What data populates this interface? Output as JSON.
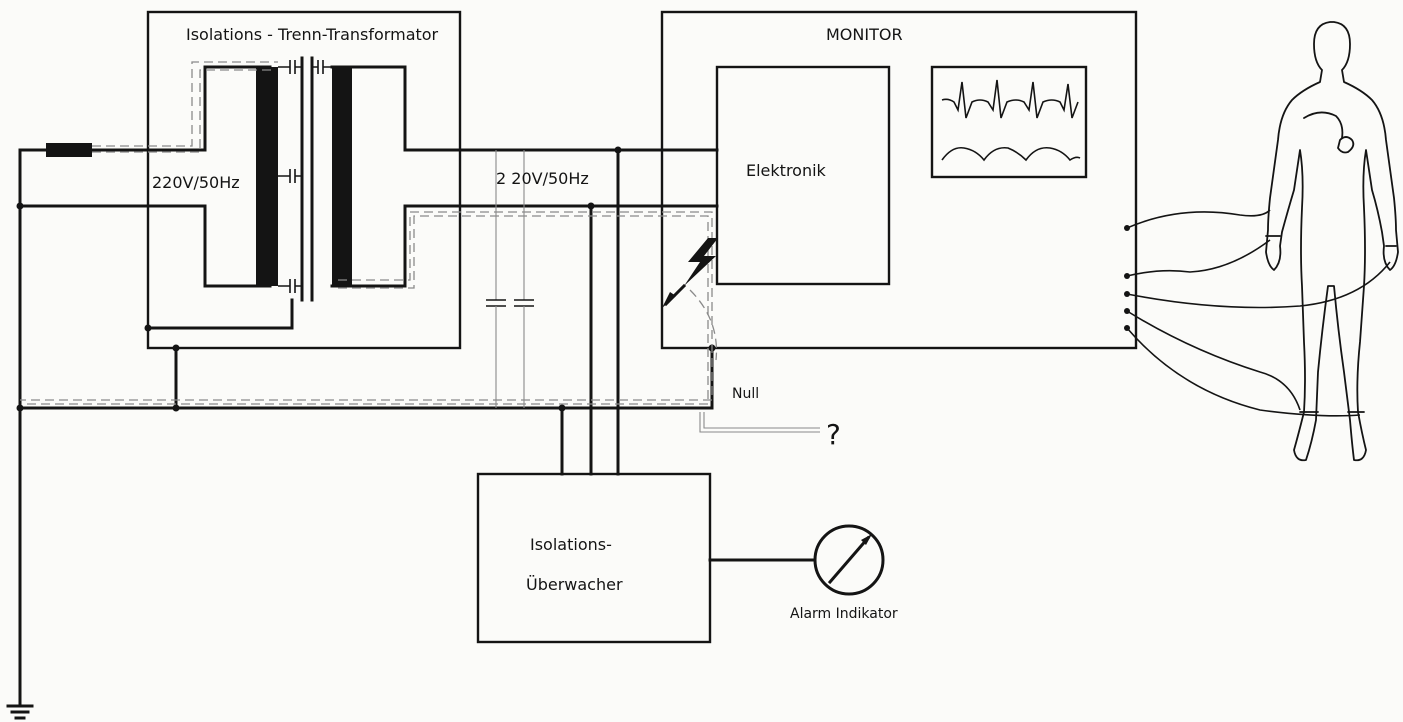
{
  "labels": {
    "transformer_title": "Isolations - Trenn-Transformator",
    "primary_voltage": "220V/50Hz",
    "secondary_voltage": "2 20V/50Hz",
    "monitor_title": "MONITOR",
    "electronics": "Elektronik",
    "null": "Null",
    "question": "?",
    "monitor_line1": "Isolations-",
    "monitor_line2": "Überwacher",
    "alarm": "Alarm Indikator"
  }
}
